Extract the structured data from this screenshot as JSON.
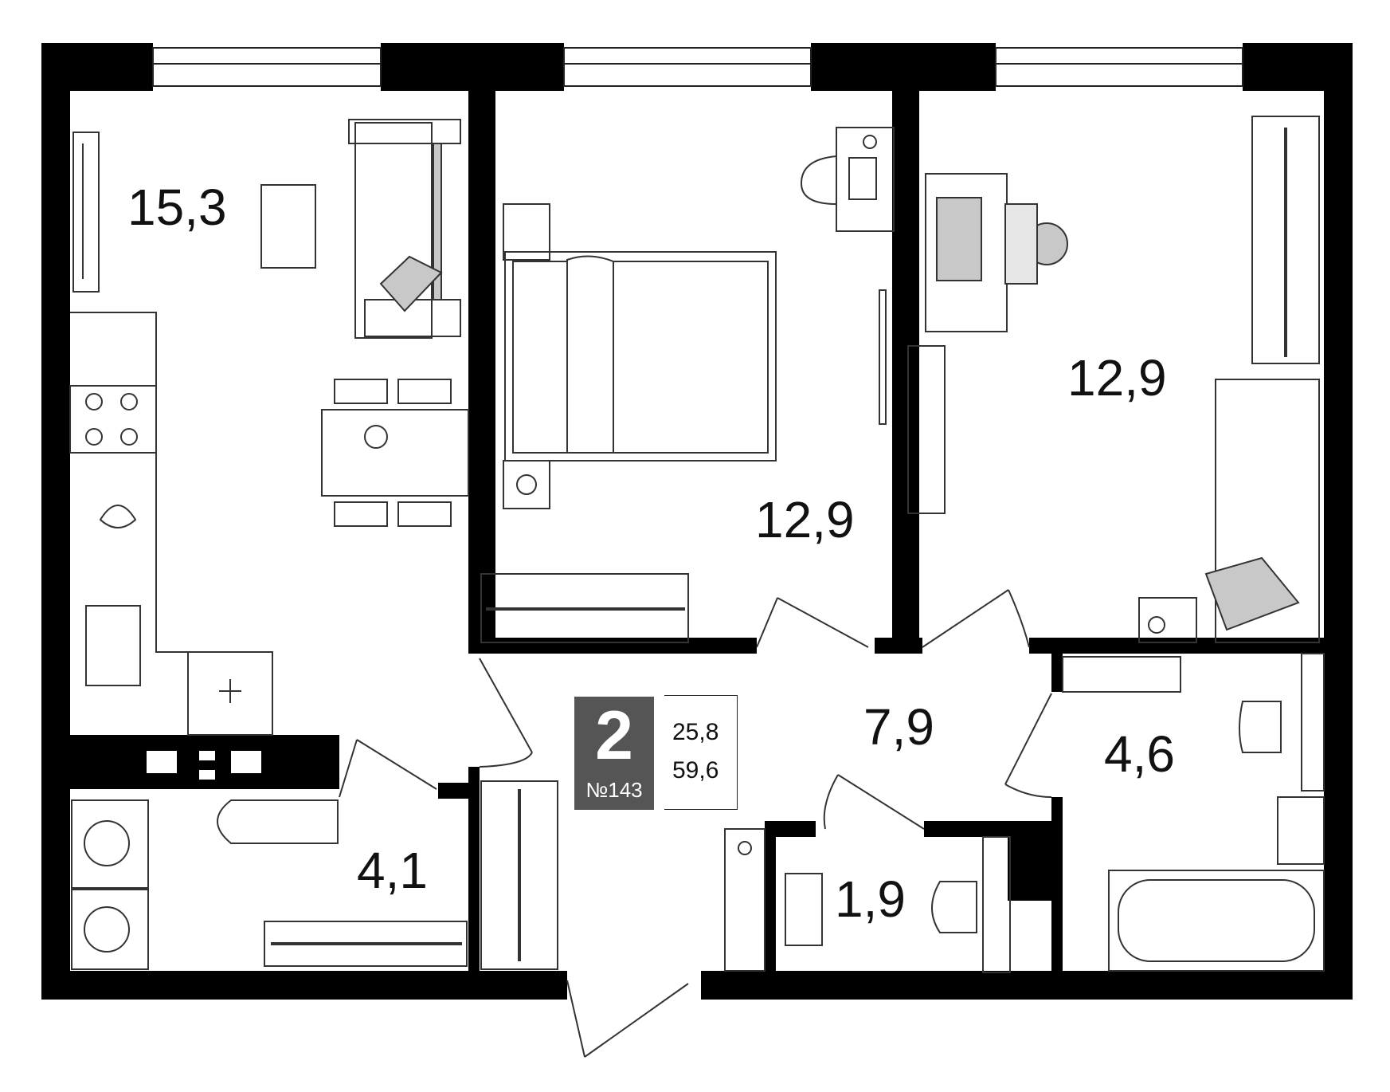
{
  "plan": {
    "rooms": [
      {
        "id": "living-kitchen",
        "area": "15,3"
      },
      {
        "id": "bedroom-1",
        "area": "12,9"
      },
      {
        "id": "bedroom-2",
        "area": "12,9"
      },
      {
        "id": "hall",
        "area": "7,9"
      },
      {
        "id": "bathroom",
        "area": "4,6"
      },
      {
        "id": "laundry",
        "area": "4,1"
      },
      {
        "id": "wc",
        "area": "1,9"
      }
    ],
    "badge": {
      "room_count": "2",
      "apartment_number": "№143"
    },
    "areas": {
      "living": "25,8",
      "total": "59,6"
    },
    "colors": {
      "wall": "#000000",
      "line": "#333333",
      "furniture_fill": "#c8c8c8",
      "badge_bg": "#555555"
    }
  }
}
